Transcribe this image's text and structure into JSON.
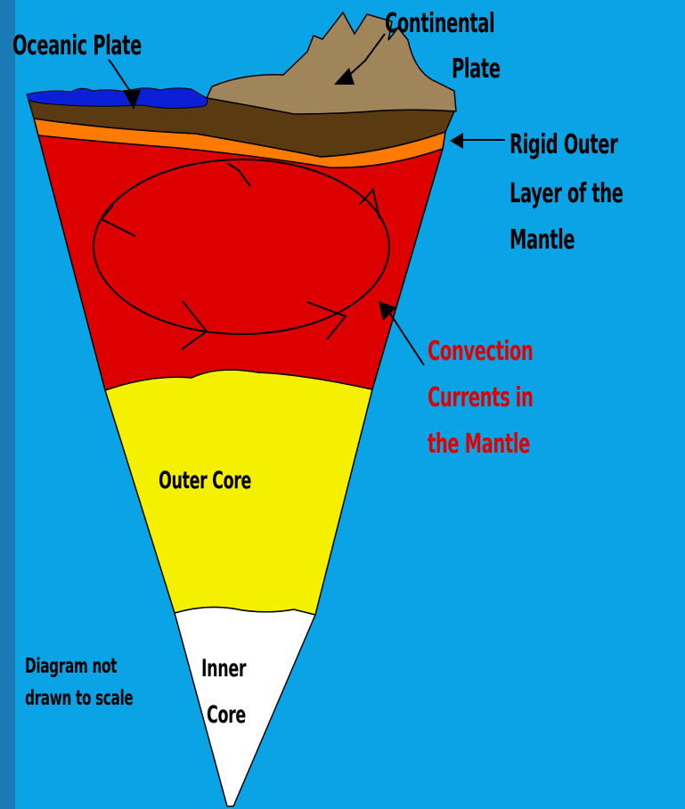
{
  "colors": {
    "background": "#0aa3e6",
    "left_strip": "#1a7ab5",
    "ocean": "#0a1fd6",
    "continent": "#a0855b",
    "crust": "#5a3a10",
    "rigid_mantle": "#ff7a00",
    "mantle": "#dc0000",
    "outer_core": "#f5f000",
    "inner_core": "#ffffff",
    "convection_text": "#e00000"
  },
  "labels": {
    "oceanic_plate": "Oceanic Plate",
    "continental_plate": [
      "Continental",
      "Plate"
    ],
    "rigid_outer_layer": [
      "Rigid Outer",
      "Layer of the",
      "Mantle"
    ],
    "convection_currents": [
      "Convection",
      "Currents in",
      "the Mantle"
    ],
    "outer_core": "Outer Core",
    "inner_core": [
      "Inner",
      "Core"
    ],
    "scale_note": [
      "Diagram not",
      "drawn to scale"
    ]
  }
}
